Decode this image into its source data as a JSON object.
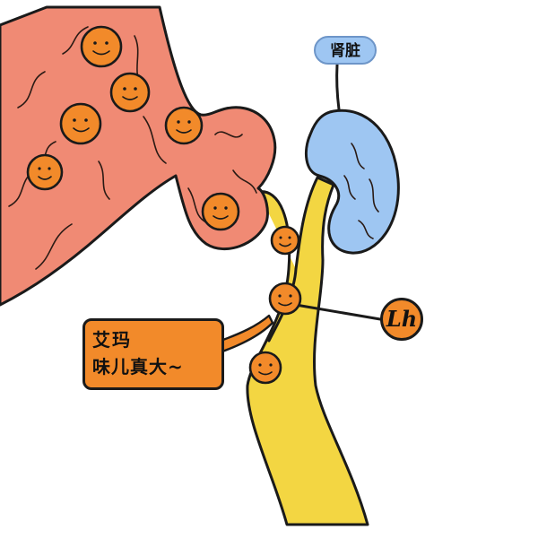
{
  "labels": {
    "kidney": "肾脏",
    "lh": "Lh",
    "speech_line1": "艾玛",
    "speech_line2": "味儿真大~"
  },
  "colors": {
    "intestine": "#f08a74",
    "kidney": "#9ec6f2",
    "ureter": "#f3d642",
    "cell": "#f28a2a",
    "outline": "#1a1a1a"
  },
  "icons": [
    "smiling-cell-icon"
  ]
}
